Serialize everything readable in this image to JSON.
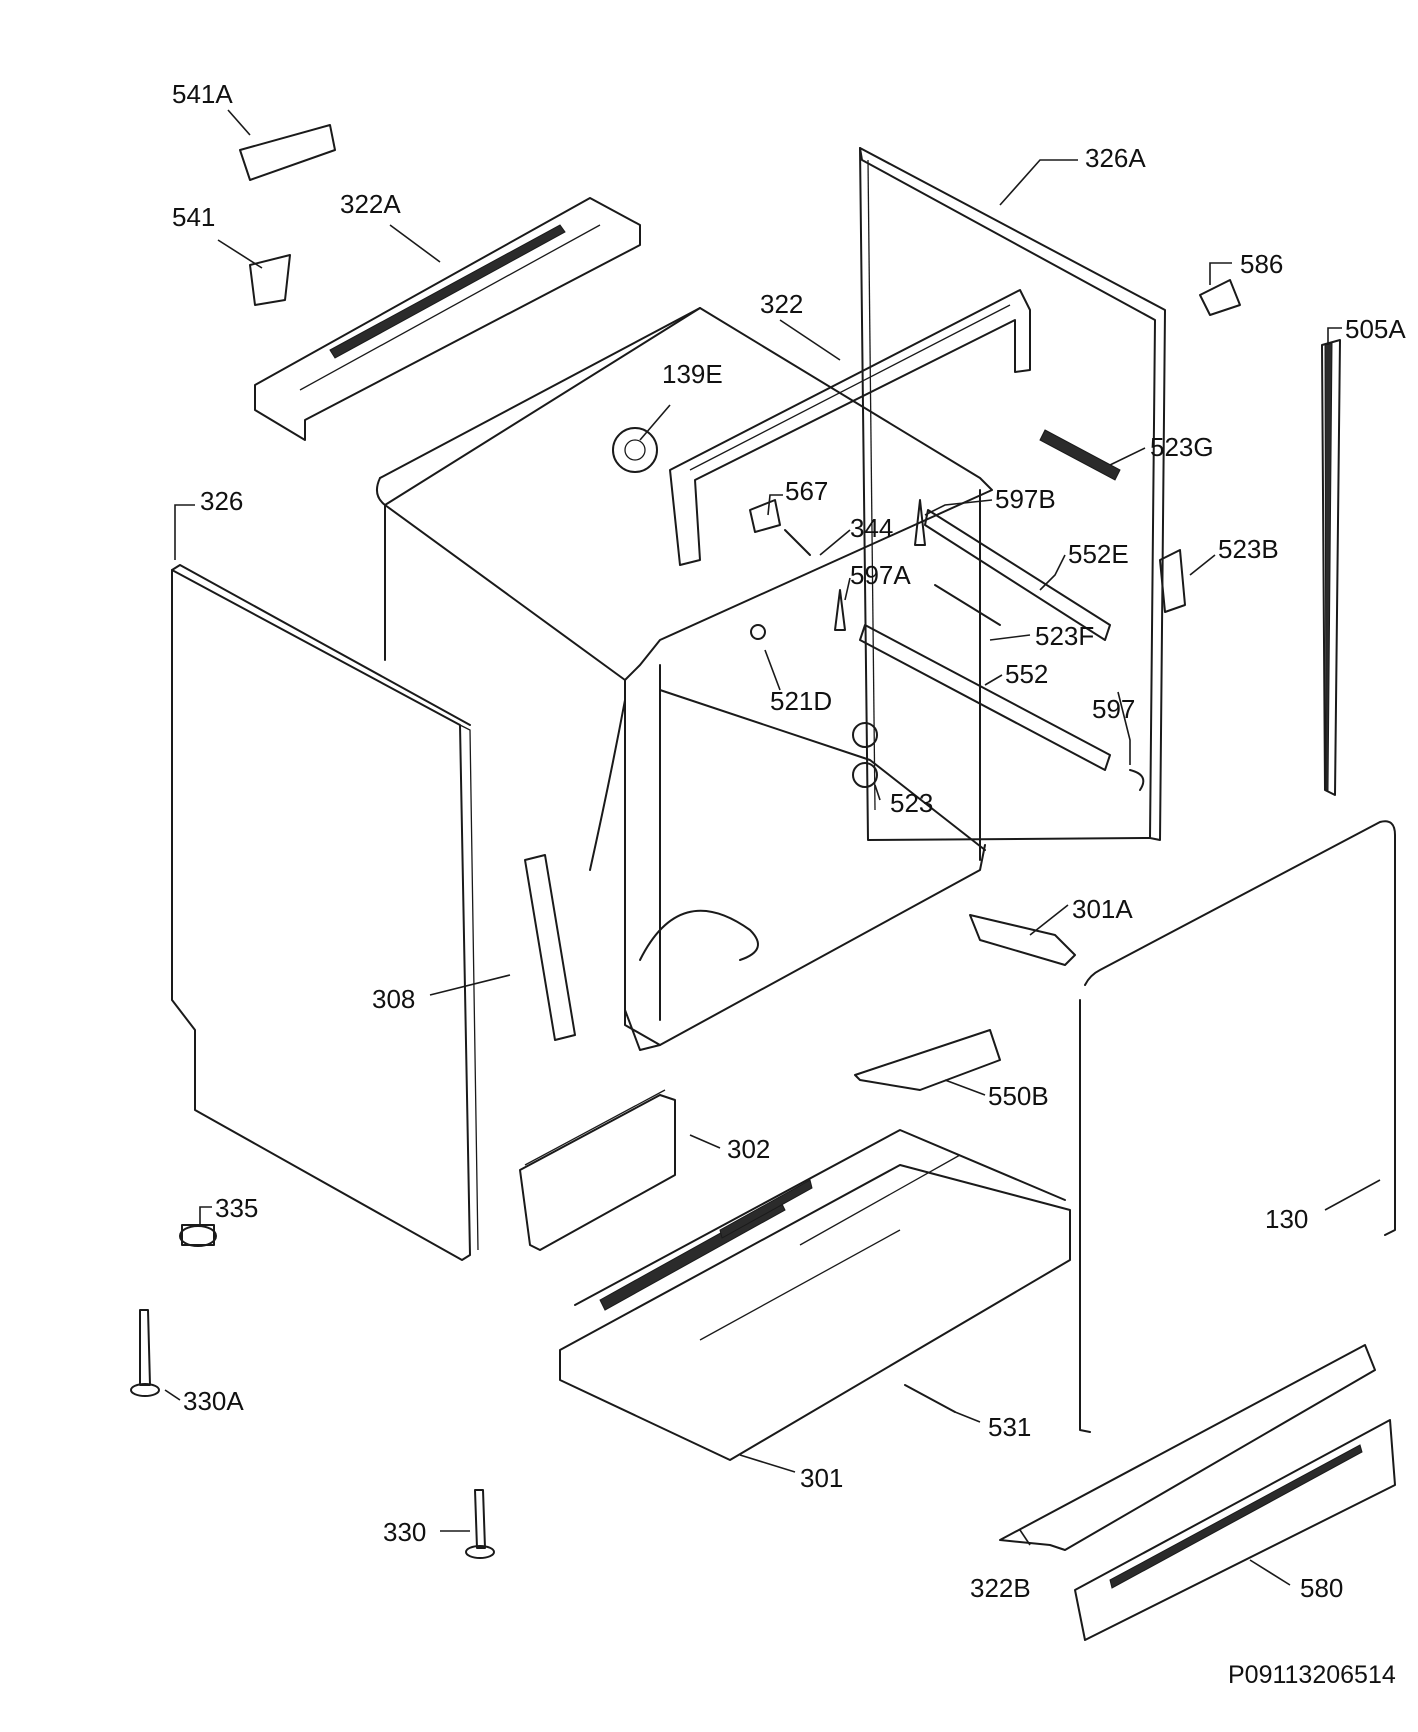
{
  "labels": {
    "p541A": "541A",
    "p541": "541",
    "p322A": "322A",
    "p326A": "326A",
    "p586": "586",
    "p505A": "505A",
    "p322": "322",
    "p139E": "139E",
    "p523G": "523G",
    "p326": "326",
    "p567": "567",
    "p597B": "597B",
    "p344": "344",
    "p523B": "523B",
    "p552E": "552E",
    "p597A": "597A",
    "p523F": "523F",
    "p521D": "521D",
    "p552": "552",
    "p597": "597",
    "p523": "523",
    "p301A": "301A",
    "p308": "308",
    "p550B": "550B",
    "p302": "302",
    "p335": "335",
    "p130": "130",
    "p330A": "330A",
    "p531": "531",
    "p301": "301",
    "p330": "330",
    "p322B": "322B",
    "p580": "580"
  },
  "diagram_code": "P09113206514"
}
